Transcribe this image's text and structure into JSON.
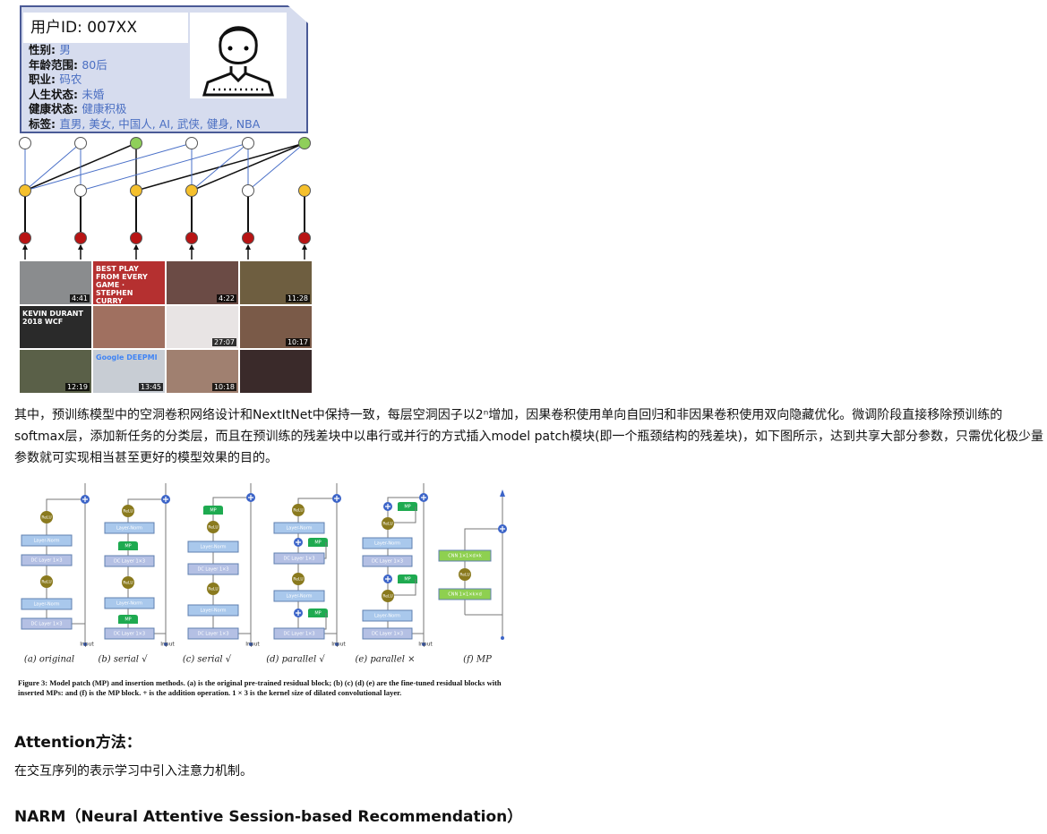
{
  "user_card": {
    "title": "用户ID: 007XX",
    "attributes": [
      {
        "key": "性别: ",
        "value": "男"
      },
      {
        "key": "年龄范围: ",
        "value": "80后"
      },
      {
        "key": "职业: ",
        "value": "码农"
      },
      {
        "key": "人生状态: ",
        "value": "未婚"
      },
      {
        "key": "健康状态: ",
        "value": "健康积极"
      },
      {
        "key": "标签: ",
        "value": "直男, 美女, 中国人, AI, 武侠, 健身, NBA"
      }
    ],
    "icon": "user-avatar-icon"
  },
  "graph": {
    "top_colors": [
      "#ffffff",
      "#ffffff",
      "#8fcf5a",
      "#ffffff",
      "#ffffff",
      "#8fcf5a"
    ],
    "mid_colors": [
      "#f5c02c",
      "#ffffff",
      "#f5c02c",
      "#f5c02c",
      "#ffffff",
      "#f5c02c"
    ],
    "bottom_color": "#b81414"
  },
  "thumbnails": [
    {
      "duration": "4:41",
      "color": "#8a8c8e"
    },
    {
      "duration": "",
      "color": "#b53030"
    },
    {
      "duration": "4:22",
      "color": "#6b4b45"
    },
    {
      "duration": "11:28",
      "color": "#6e5e40"
    },
    {
      "duration": "",
      "color": "#2a2a2a"
    },
    {
      "duration": "",
      "color": "#a07060"
    },
    {
      "duration": "27:07",
      "color": "#e8e4e4"
    },
    {
      "duration": "10:17",
      "color": "#7a5a48"
    },
    {
      "duration": "12:19",
      "color": "#5a6048"
    },
    {
      "duration": "13:45",
      "color": "#c8cdd4"
    },
    {
      "duration": "10:18",
      "color": "#a08070"
    },
    {
      "duration": "",
      "color": "#3a2a2a"
    }
  ],
  "thumb_texts": {
    "t2": "BEST PLAY FROM EVERY GAME · STEPHEN CURRY",
    "t5": "KEVIN DURANT 2018 WCF",
    "t10": "Google DEEPMI"
  },
  "paragraph": "其中，预训练模型中的空洞卷积网络设计和NextItNet中保持一致，每层空洞因子以2ⁿ增加，因果卷积使用单向自回归和非因果卷积使用双向隐藏优化。微调阶段直接移除预训练的softmax层，添加新任务的分类层，而且在预训练的残差块中以串行或并行的方式插入model patch模块(即一个瓶颈结构的残差块)，如下图所示，达到共享大部分参数，只需优化极少量参数就可实现相当甚至更好的模型效果的目的。",
  "figure": {
    "labels": {
      "relu": "ReLU",
      "ln": "Layer-Norm",
      "dc": "DC Layer 1×3",
      "mp": "MP",
      "cnn1": "CNN 1×1×d×k",
      "cnn2": "CNN 1×1×k×d",
      "input": "Input"
    },
    "panel_captions": [
      "(a) original",
      "(b) serial √",
      "(c) serial √",
      "(d) parallel √",
      "(e) parallel ×",
      "(f) MP"
    ],
    "caption": "Figure 3: Model patch (MP) and insertion methods. (a) is the original pre-trained residual block; (b) (c) (d) (e) are the fine-tuned residual blocks with inserted MPs: and (f) is the MP block. + is the addition operation. 1 × 3 is the kernel size of dilated convolutional layer.",
    "colors": {
      "box": "#a9c8ec",
      "dc": "#b4c0e4",
      "mp": "#1eaa50",
      "relu": "#8a7a1e",
      "plus": "#3c64c8",
      "cnn": "#8ed050"
    }
  },
  "heading1": "Attention方法：",
  "text1": "在交互序列的表示学习中引入注意力机制。",
  "heading2": "NARM（Neural Attentive Session-based Recommendation）"
}
